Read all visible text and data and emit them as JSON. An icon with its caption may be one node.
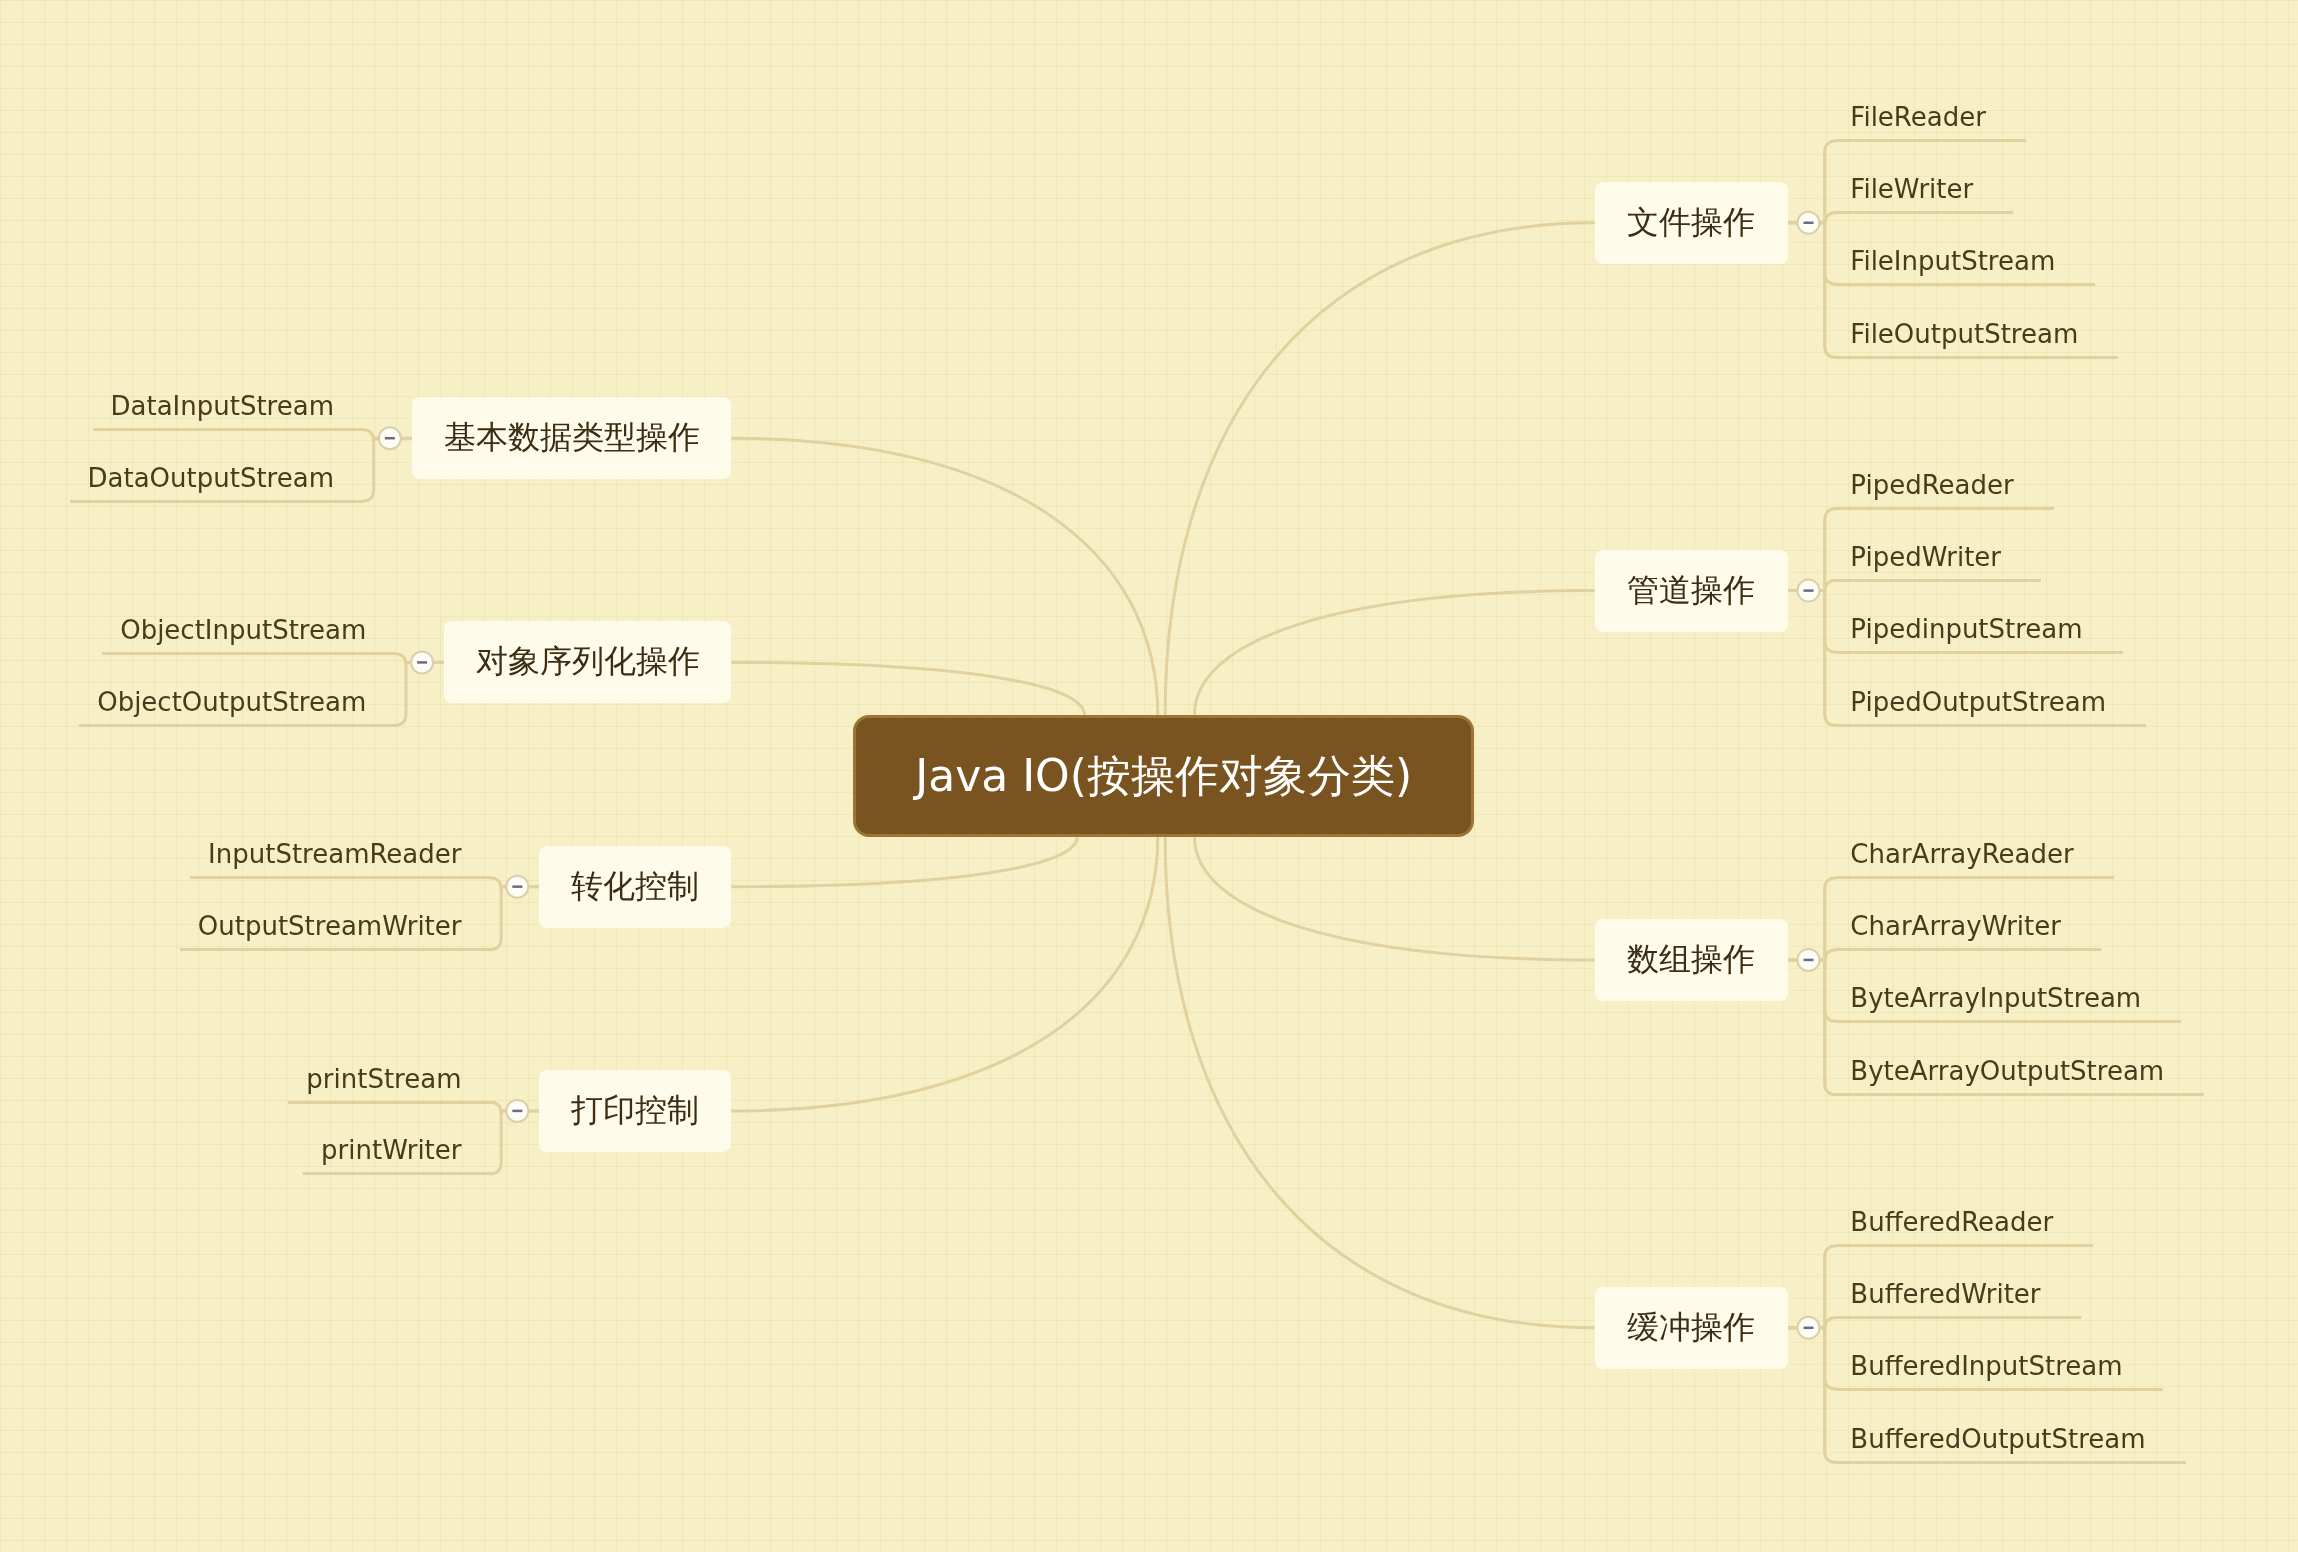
{
  "diagram": {
    "nodes": [
      {
        "text": [
          "Java IO(按操作对象分类)"
        ]
      },
      {
        "text": [
          "文件操作"
        ]
      },
      {
        "text": [
          "FileReader"
        ]
      },
      {
        "text": [
          "FileWriter"
        ]
      },
      {
        "text": [
          "FileInputStream"
        ]
      },
      {
        "text": [
          "FileOutputStream"
        ]
      },
      {
        "text": [
          "管道操作"
        ]
      },
      {
        "text": [
          "PipedReader"
        ]
      },
      {
        "text": [
          "PipedWriter"
        ]
      },
      {
        "text": [
          "PipedinputStream"
        ]
      },
      {
        "text": [
          "PipedOutputStream"
        ]
      },
      {
        "text": [
          "数组操作"
        ]
      },
      {
        "text": [
          "CharArrayReader"
        ]
      },
      {
        "text": [
          "CharArrayWriter"
        ]
      },
      {
        "text": [
          "ByteArrayInputStream"
        ]
      },
      {
        "text": [
          "ByteArrayOutputStream"
        ]
      },
      {
        "text": [
          "缓冲操作"
        ]
      },
      {
        "text": [
          "BufferedReader"
        ]
      },
      {
        "text": [
          "BufferedWriter"
        ]
      },
      {
        "text": [
          "BufferedInputStream"
        ]
      },
      {
        "text": [
          "BufferedOutputStream"
        ]
      },
      {
        "text": [
          "基本数据类型操作"
        ]
      },
      {
        "text": [
          "DataInputStream"
        ]
      },
      {
        "text": [
          "DataOutputStream"
        ]
      },
      {
        "text": [
          "对象序列化操作"
        ]
      },
      {
        "text": [
          "ObjectInputStream"
        ]
      },
      {
        "text": [
          "ObjectOutputStream"
        ]
      },
      {
        "text": [
          "转化控制"
        ]
      },
      {
        "text": [
          "InputStreamReader"
        ]
      },
      {
        "text": [
          "OutputStreamWriter"
        ]
      },
      {
        "text": [
          "打印控制"
        ]
      },
      {
        "text": [
          "printStream"
        ]
      },
      {
        "text": [
          "printWriter"
        ]
      }
    ],
    "edges": [
      {
        "from": 0,
        "to": 1,
        "arrow": "none"
      },
      {
        "from": 1,
        "to": 2,
        "arrow": "none"
      },
      {
        "from": 1,
        "to": 3,
        "arrow": "none"
      },
      {
        "from": 1,
        "to": 4,
        "arrow": "none"
      },
      {
        "from": 1,
        "to": 5,
        "arrow": "none"
      },
      {
        "from": 0,
        "to": 6,
        "arrow": "none"
      },
      {
        "from": 6,
        "to": 7,
        "arrow": "none"
      },
      {
        "from": 6,
        "to": 8,
        "arrow": "none"
      },
      {
        "from": 6,
        "to": 9,
        "arrow": "none"
      },
      {
        "from": 6,
        "to": 10,
        "arrow": "none"
      },
      {
        "from": 0,
        "to": 11,
        "arrow": "none"
      },
      {
        "from": 11,
        "to": 12,
        "arrow": "none"
      },
      {
        "from": 11,
        "to": 13,
        "arrow": "none"
      },
      {
        "from": 11,
        "to": 14,
        "arrow": "none"
      },
      {
        "from": 11,
        "to": 15,
        "arrow": "none"
      },
      {
        "from": 0,
        "to": 16,
        "arrow": "none"
      },
      {
        "from": 16,
        "to": 17,
        "arrow": "none"
      },
      {
        "from": 16,
        "to": 18,
        "arrow": "none"
      },
      {
        "from": 16,
        "to": 19,
        "arrow": "none"
      },
      {
        "from": 16,
        "to": 20,
        "arrow": "none"
      },
      {
        "from": 0,
        "to": 21,
        "arrow": "none"
      },
      {
        "from": 21,
        "to": 22,
        "arrow": "none"
      },
      {
        "from": 21,
        "to": 23,
        "arrow": "none"
      },
      {
        "from": 0,
        "to": 24,
        "arrow": "none"
      },
      {
        "from": 24,
        "to": 25,
        "arrow": "none"
      },
      {
        "from": 24,
        "to": 26,
        "arrow": "none"
      },
      {
        "from": 0,
        "to": 27,
        "arrow": "none"
      },
      {
        "from": 27,
        "to": 28,
        "arrow": "none"
      },
      {
        "from": 27,
        "to": 29,
        "arrow": "none"
      },
      {
        "from": 0,
        "to": 30,
        "arrow": "none"
      },
      {
        "from": 30,
        "to": 31,
        "arrow": "none"
      },
      {
        "from": 30,
        "to": 32,
        "arrow": "none"
      }
    ]
  }
}
